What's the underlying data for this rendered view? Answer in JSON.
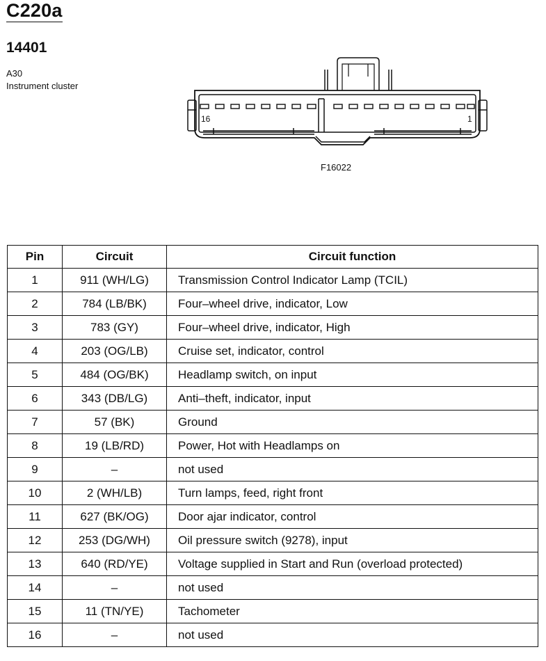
{
  "header": {
    "connector_id": "C220a",
    "part_number": "14401",
    "location_code": "A30",
    "location_name": "Instrument cluster"
  },
  "diagram": {
    "pin_left_label": "16",
    "pin_right_label": "1",
    "figure_ref": "F16022"
  },
  "table": {
    "columns": [
      "Pin",
      "Circuit",
      "Circuit function"
    ],
    "rows": [
      {
        "pin": "1",
        "circuit": "911 (WH/LG)",
        "function": "Transmission Control Indicator Lamp (TCIL)"
      },
      {
        "pin": "2",
        "circuit": "784 (LB/BK)",
        "function": "Four–wheel drive, indicator, Low"
      },
      {
        "pin": "3",
        "circuit": "783 (GY)",
        "function": "Four–wheel drive, indicator, High"
      },
      {
        "pin": "4",
        "circuit": "203 (OG/LB)",
        "function": "Cruise set, indicator, control"
      },
      {
        "pin": "5",
        "circuit": "484 (OG/BK)",
        "function": "Headlamp switch, on input"
      },
      {
        "pin": "6",
        "circuit": "343 (DB/LG)",
        "function": "Anti–theft, indicator, input"
      },
      {
        "pin": "7",
        "circuit": "57 (BK)",
        "function": "Ground"
      },
      {
        "pin": "8",
        "circuit": "19 (LB/RD)",
        "function": "Power, Hot with Headlamps on"
      },
      {
        "pin": "9",
        "circuit": "–",
        "function": "not used"
      },
      {
        "pin": "10",
        "circuit": "2 (WH/LB)",
        "function": "Turn lamps, feed, right front"
      },
      {
        "pin": "11",
        "circuit": "627 (BK/OG)",
        "function": "Door ajar indicator, control"
      },
      {
        "pin": "12",
        "circuit": "253 (DG/WH)",
        "function": "Oil pressure switch (9278), input"
      },
      {
        "pin": "13",
        "circuit": "640 (RD/YE)",
        "function": "Voltage supplied in Start and Run (overload protected)"
      },
      {
        "pin": "14",
        "circuit": "–",
        "function": "not used"
      },
      {
        "pin": "15",
        "circuit": "11 (TN/YE)",
        "function": "Tachometer"
      },
      {
        "pin": "16",
        "circuit": "–",
        "function": "not used"
      }
    ]
  }
}
